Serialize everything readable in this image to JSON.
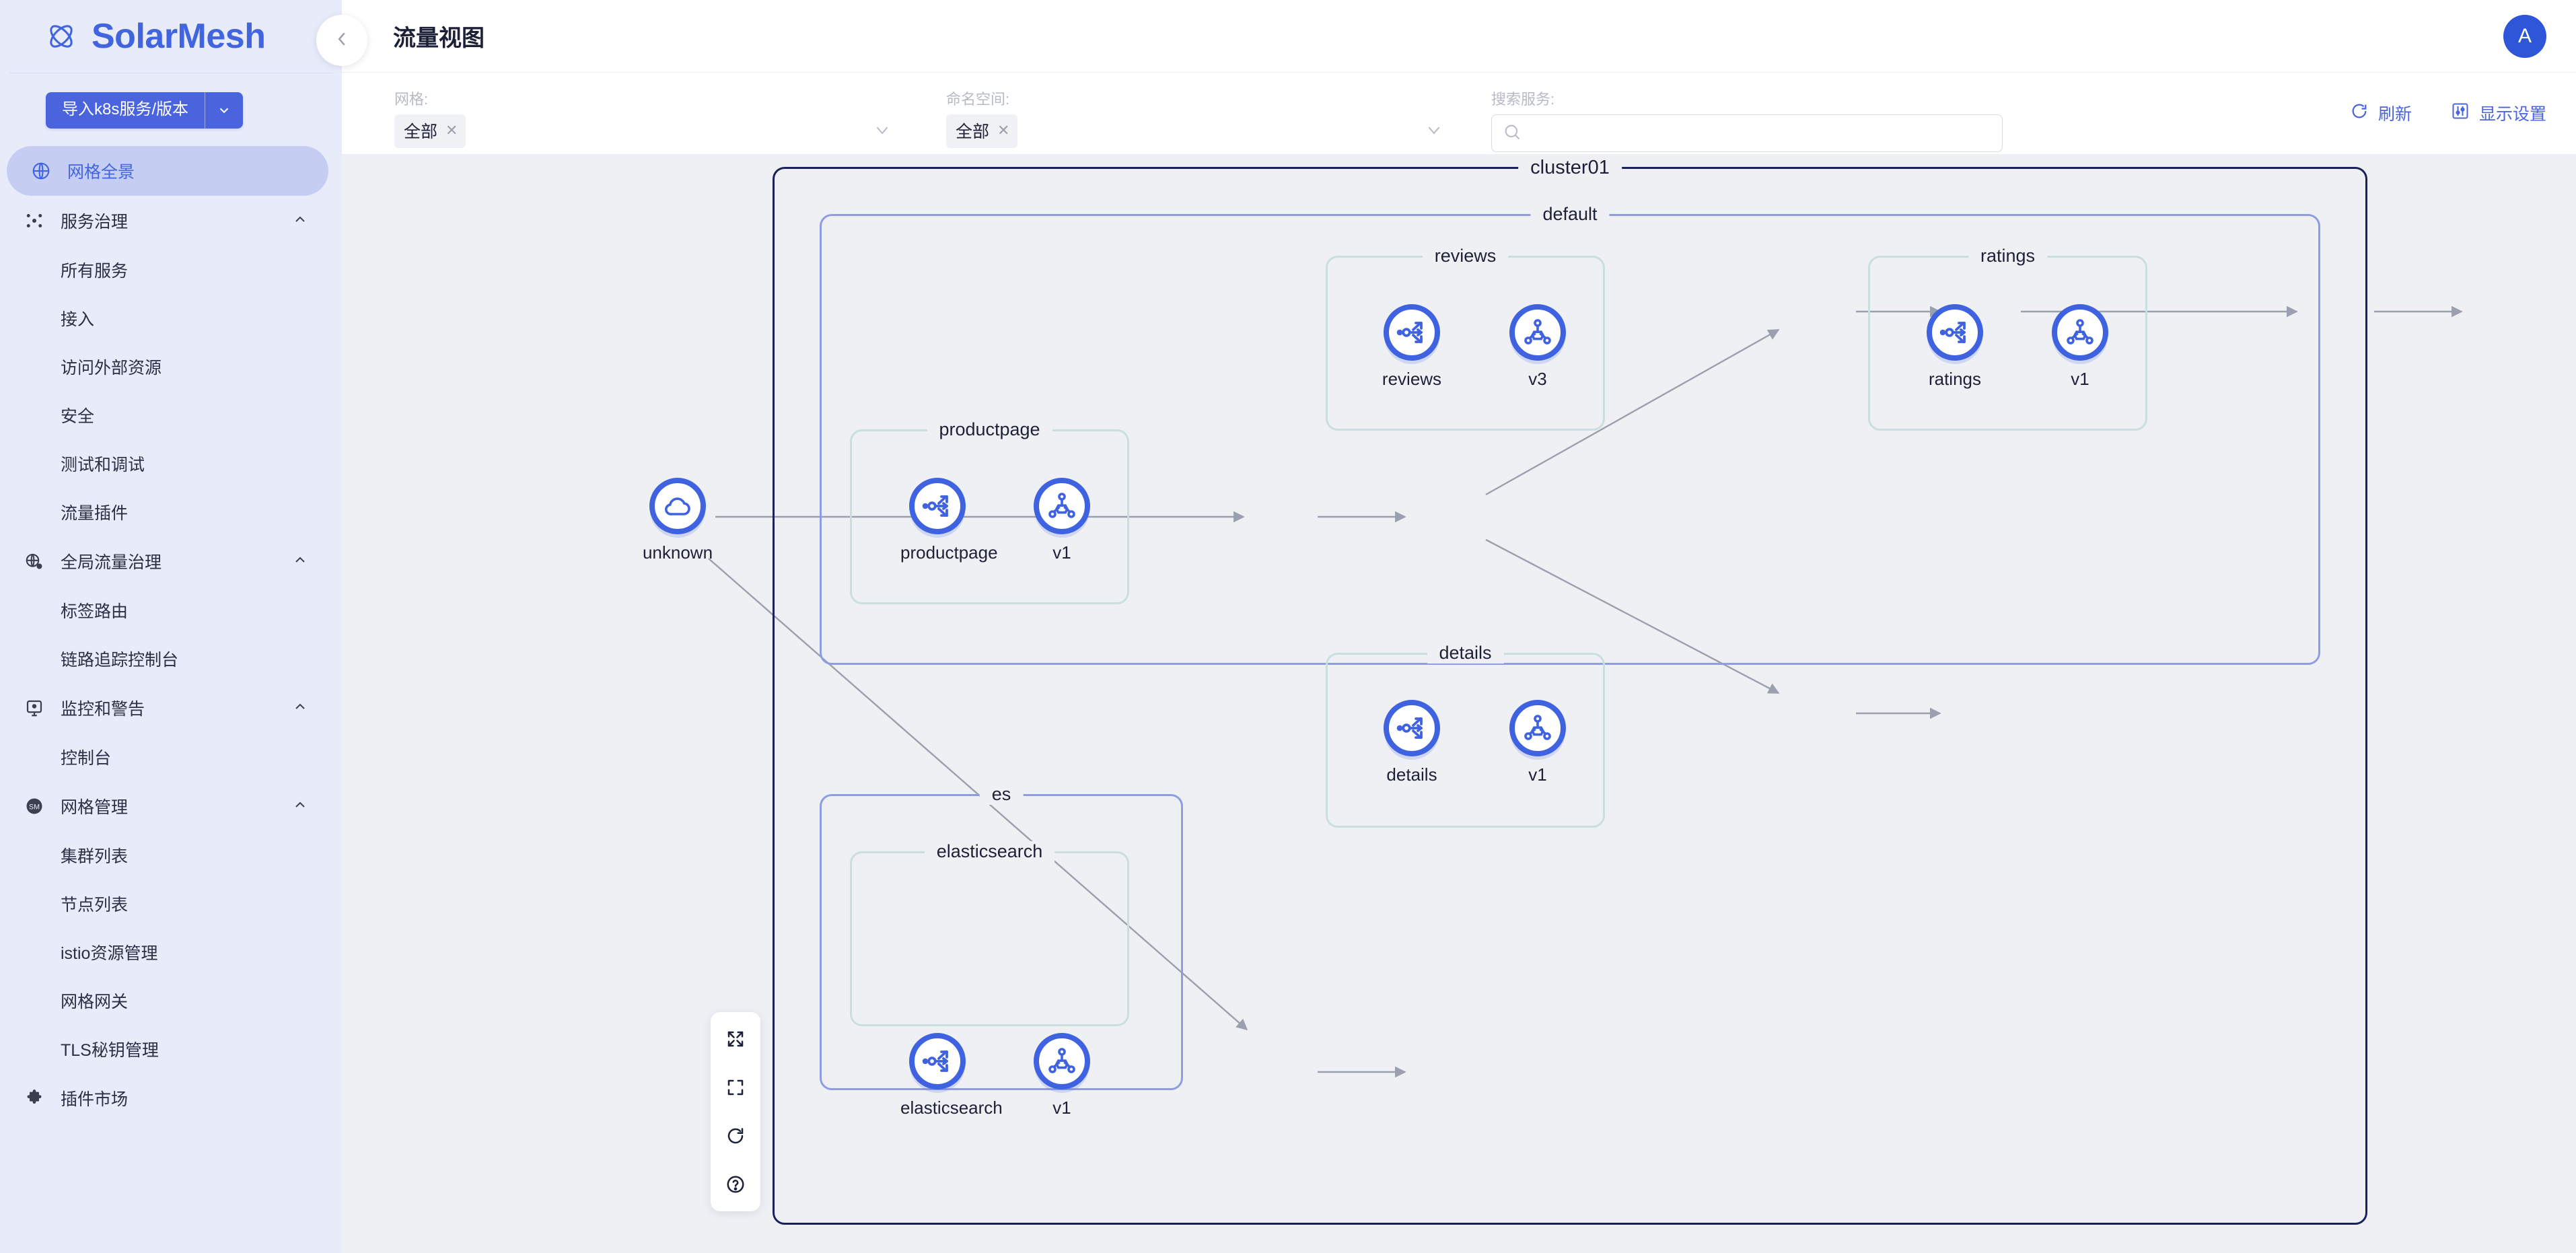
{
  "brand": {
    "name": "SolarMesh",
    "logo_icon": "atom-orbit-icon"
  },
  "sidebar": {
    "import_button": {
      "label": "导入k8s服务/版本",
      "caret_icon": "chevron-down-icon"
    },
    "items": [
      {
        "label": "网格全景",
        "icon": "globe-icon",
        "active": true,
        "type": "item"
      },
      {
        "label": "服务治理",
        "icon": "nodes-icon",
        "type": "group",
        "caret_icon": "chevron-up-icon"
      },
      {
        "label": "所有服务",
        "type": "sub"
      },
      {
        "label": "接入",
        "type": "sub"
      },
      {
        "label": "访问外部资源",
        "type": "sub"
      },
      {
        "label": "安全",
        "type": "sub"
      },
      {
        "label": "测试和调试",
        "type": "sub"
      },
      {
        "label": "流量插件",
        "type": "sub"
      },
      {
        "label": "全局流量治理",
        "icon": "globe-gear-icon",
        "type": "group",
        "caret_icon": "chevron-up-icon"
      },
      {
        "label": "标签路由",
        "type": "sub"
      },
      {
        "label": "链路追踪控制台",
        "type": "sub"
      },
      {
        "label": "监控和警告",
        "icon": "monitor-alert-icon",
        "type": "group",
        "caret_icon": "chevron-up-icon"
      },
      {
        "label": "控制台",
        "type": "sub"
      },
      {
        "label": "网格管理",
        "icon": "sm-badge-icon",
        "type": "group",
        "caret_icon": "chevron-up-icon"
      },
      {
        "label": "集群列表",
        "type": "sub"
      },
      {
        "label": "节点列表",
        "type": "sub"
      },
      {
        "label": "istio资源管理",
        "type": "sub"
      },
      {
        "label": "网格网关",
        "type": "sub"
      },
      {
        "label": "TLS秘钥管理",
        "type": "sub"
      },
      {
        "label": "插件市场",
        "icon": "puzzle-icon",
        "type": "item"
      }
    ]
  },
  "topbar": {
    "title": "流量视图",
    "collapse_icon": "chevron-left-icon",
    "avatar_initial": "A"
  },
  "filters": {
    "mesh": {
      "label": "网格:",
      "value": "全部",
      "remove_icon": "close-x-icon",
      "caret_icon": "chevron-down-icon"
    },
    "namespace": {
      "label": "命名空间:",
      "value": "全部",
      "remove_icon": "close-x-icon",
      "caret_icon": "chevron-down-icon"
    },
    "search": {
      "label": "搜索服务:",
      "value": "",
      "placeholder": "",
      "icon": "search-icon"
    },
    "refresh": {
      "label": "刷新",
      "icon": "refresh-icon"
    },
    "display_settings": {
      "label": "显示设置",
      "icon": "sliders-icon"
    }
  },
  "controls": [
    {
      "name": "expand-arrows-icon",
      "title": "expand"
    },
    {
      "name": "fit-screen-icon",
      "title": "fit"
    },
    {
      "name": "reload-icon",
      "title": "reload"
    },
    {
      "name": "help-circle-icon",
      "title": "help"
    }
  ],
  "graph": {
    "cluster": {
      "label": "cluster01",
      "border_color": "#1b2259"
    },
    "namespaces": [
      {
        "label": "default",
        "border_color": "#8e9ddf"
      },
      {
        "label": "es",
        "border_color": "#8e9ddf"
      }
    ],
    "services": [
      {
        "label": "productpage"
      },
      {
        "label": "reviews"
      },
      {
        "label": "ratings"
      },
      {
        "label": "details"
      },
      {
        "label": "elasticsearch"
      }
    ],
    "nodes": [
      {
        "id": "unknown",
        "label": "unknown",
        "icon": "cloud-icon",
        "kind": "external"
      },
      {
        "id": "productpage",
        "label": "productpage",
        "icon": "service-route-icon",
        "kind": "service"
      },
      {
        "id": "productpage-v1",
        "label": "v1",
        "icon": "version-node-icon",
        "kind": "version"
      },
      {
        "id": "reviews",
        "label": "reviews",
        "icon": "service-route-icon",
        "kind": "service"
      },
      {
        "id": "reviews-v3",
        "label": "v3",
        "icon": "version-node-icon",
        "kind": "version"
      },
      {
        "id": "ratings",
        "label": "ratings",
        "icon": "service-route-icon",
        "kind": "service"
      },
      {
        "id": "ratings-v1",
        "label": "v1",
        "icon": "version-node-icon",
        "kind": "version"
      },
      {
        "id": "details",
        "label": "details",
        "icon": "service-route-icon",
        "kind": "service"
      },
      {
        "id": "details-v1",
        "label": "v1",
        "icon": "version-node-icon",
        "kind": "version"
      },
      {
        "id": "elasticsearch",
        "label": "elasticsearch",
        "icon": "service-route-icon",
        "kind": "service"
      },
      {
        "id": "elasticsearch-v1",
        "label": "v1",
        "icon": "version-node-icon",
        "kind": "version"
      }
    ],
    "edges": [
      {
        "from": "unknown",
        "to": "productpage"
      },
      {
        "from": "unknown",
        "to": "elasticsearch"
      },
      {
        "from": "productpage",
        "to": "productpage-v1"
      },
      {
        "from": "productpage-v1",
        "to": "reviews"
      },
      {
        "from": "productpage-v1",
        "to": "details"
      },
      {
        "from": "reviews",
        "to": "reviews-v3"
      },
      {
        "from": "reviews-v3",
        "to": "ratings"
      },
      {
        "from": "ratings",
        "to": "ratings-v1"
      },
      {
        "from": "details",
        "to": "details-v1"
      },
      {
        "from": "elasticsearch",
        "to": "elasticsearch-v1"
      }
    ]
  },
  "colors": {
    "brand": "#4164df",
    "node_ring": "#3f62e0",
    "canvas_bg": "#eef0f4",
    "sidebar_bg": "#e8ecfa",
    "edge": "#9aa0ae"
  }
}
